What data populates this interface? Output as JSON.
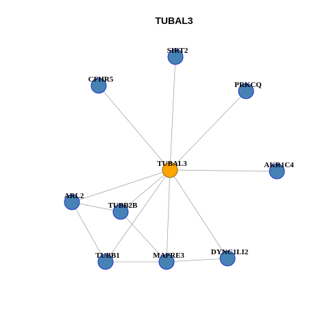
{
  "title": "TUBAL3",
  "colors": {
    "center_fill": "#ffa500",
    "center_stroke": "#8b6914",
    "node_fill": "#4682b4",
    "node_stroke": "#1f2fc9",
    "edge": "#a6a6a6"
  },
  "nodes": [
    {
      "id": "TUBAL3",
      "center": true
    },
    {
      "id": "SIRT2"
    },
    {
      "id": "CFHR5"
    },
    {
      "id": "PRKCQ"
    },
    {
      "id": "AKR1C4"
    },
    {
      "id": "ARL2"
    },
    {
      "id": "TUBB2B"
    },
    {
      "id": "TUBB1"
    },
    {
      "id": "MAPRE3"
    },
    {
      "id": "DYNC1LI2"
    }
  ],
  "edges": [
    [
      "TUBAL3",
      "SIRT2"
    ],
    [
      "TUBAL3",
      "CFHR5"
    ],
    [
      "TUBAL3",
      "PRKCQ"
    ],
    [
      "TUBAL3",
      "AKR1C4"
    ],
    [
      "TUBAL3",
      "ARL2"
    ],
    [
      "TUBAL3",
      "TUBB2B"
    ],
    [
      "TUBAL3",
      "TUBB1"
    ],
    [
      "TUBAL3",
      "MAPRE3"
    ],
    [
      "TUBAL3",
      "DYNC1LI2"
    ],
    [
      "ARL2",
      "TUBB2B"
    ],
    [
      "ARL2",
      "TUBB1"
    ],
    [
      "TUBB2B",
      "MAPRE3"
    ],
    [
      "TUBB1",
      "MAPRE3"
    ],
    [
      "MAPRE3",
      "DYNC1LI2"
    ]
  ]
}
